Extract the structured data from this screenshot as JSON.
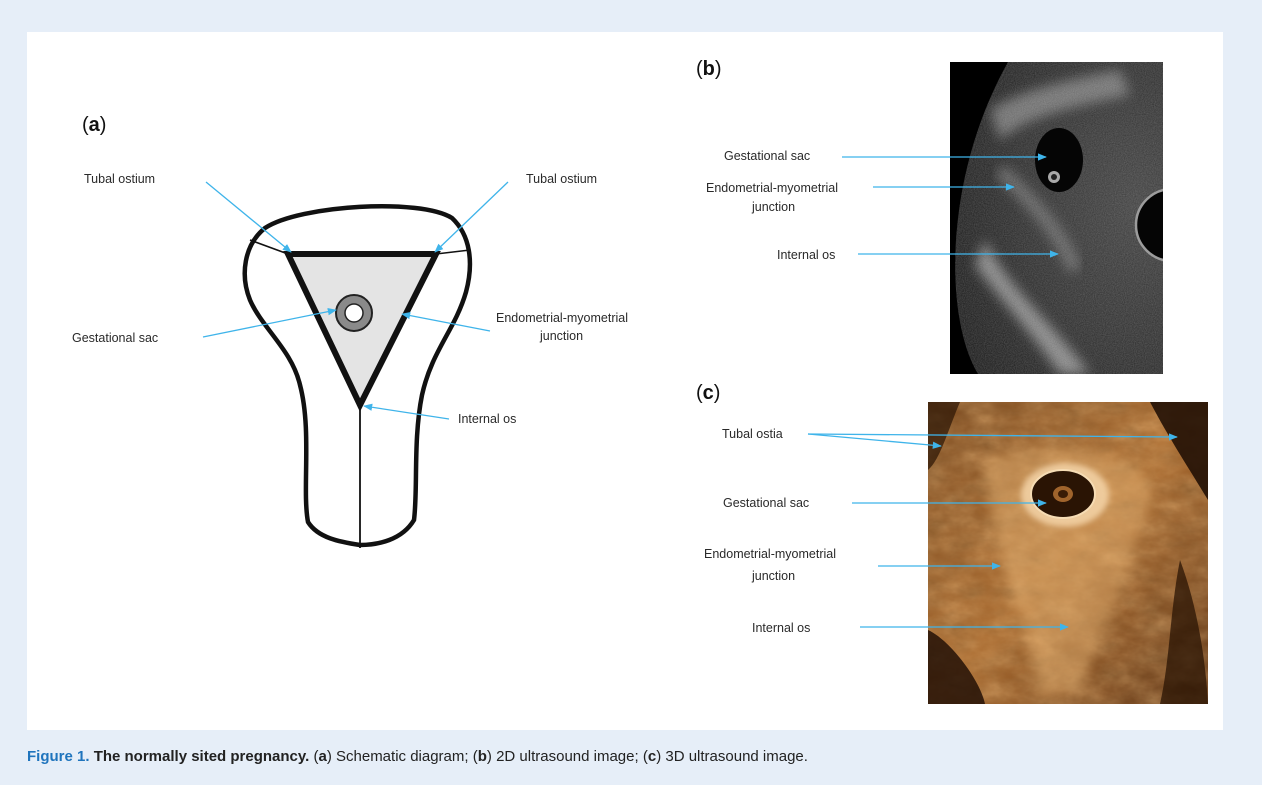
{
  "panels": {
    "a": {
      "letter": "a"
    },
    "b": {
      "letter": "b"
    },
    "c": {
      "letter": "c"
    }
  },
  "labels_a": {
    "tubal_ostium_left": "Tubal ostium",
    "tubal_ostium_right": "Tubal ostium",
    "gestational_sac": "Gestational sac",
    "emj_line1": "Endometrial-myometrial",
    "emj_line2": "junction",
    "internal_os": "Internal os"
  },
  "labels_b": {
    "gestational_sac": "Gestational sac",
    "emj_line1": "Endometrial-myometrial",
    "emj_line2": "junction",
    "internal_os": "Internal os"
  },
  "labels_c": {
    "tubal_ostia": "Tubal ostia",
    "gestational_sac": "Gestational sac",
    "emj_line1": "Endometrial-myometrial",
    "emj_line2": "junction",
    "internal_os": "Internal os"
  },
  "caption": {
    "fig_number": "Figure 1.",
    "title": "The normally sited pregnancy.",
    "part_a_letter": "a",
    "part_a_text": "Schematic diagram;",
    "part_b_letter": "b",
    "part_b_text": "2D ultrasound image;",
    "part_c_letter": "c",
    "part_c_text": "3D ultrasound image."
  },
  "colors": {
    "arrow": "#3fb4ea",
    "caption_accent": "#1f74bd",
    "background": "#e6eef8"
  }
}
